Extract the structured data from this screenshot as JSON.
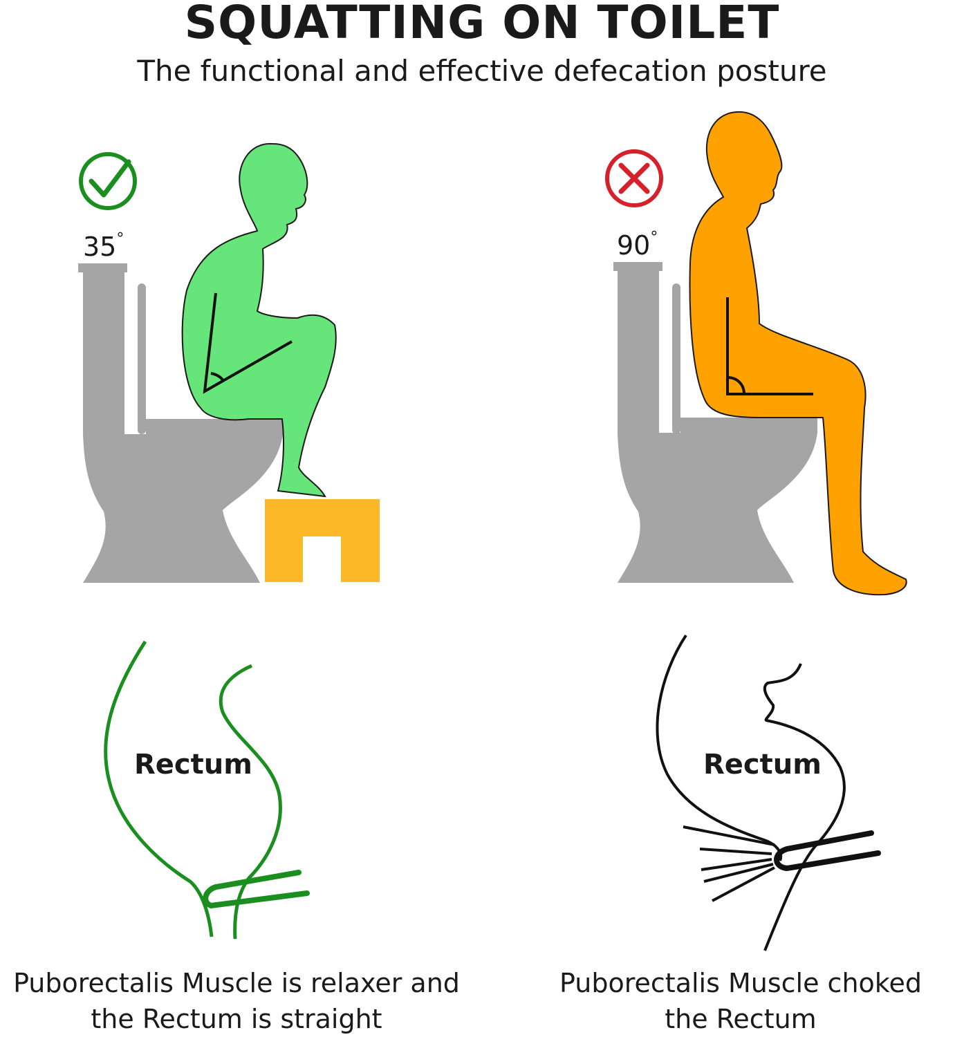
{
  "header": {
    "title": "SQUATTING ON TOILET",
    "subtitle": "The functional and effective defecation posture"
  },
  "left": {
    "angle_value": "35",
    "angle_unit": "°",
    "status": "check",
    "figure_color": "#66e57a",
    "stool_color": "#fdb827",
    "rectum_label": "Rectum",
    "line_color": "#1a8f1f",
    "caption_line1": "Puborectalis Muscle is relaxer and",
    "caption_line2": "the Rectum is straight"
  },
  "right": {
    "angle_value": "90",
    "angle_unit": "°",
    "status": "cross",
    "figure_color": "#ffa200",
    "rectum_label": "Rectum",
    "line_color": "#111111",
    "caption_line1": "Puborectalis Muscle choked",
    "caption_line2": "the Rectum"
  },
  "colors": {
    "toilet": "#a5a5a5",
    "check": "#1a8f1f",
    "cross": "#d6202a"
  }
}
